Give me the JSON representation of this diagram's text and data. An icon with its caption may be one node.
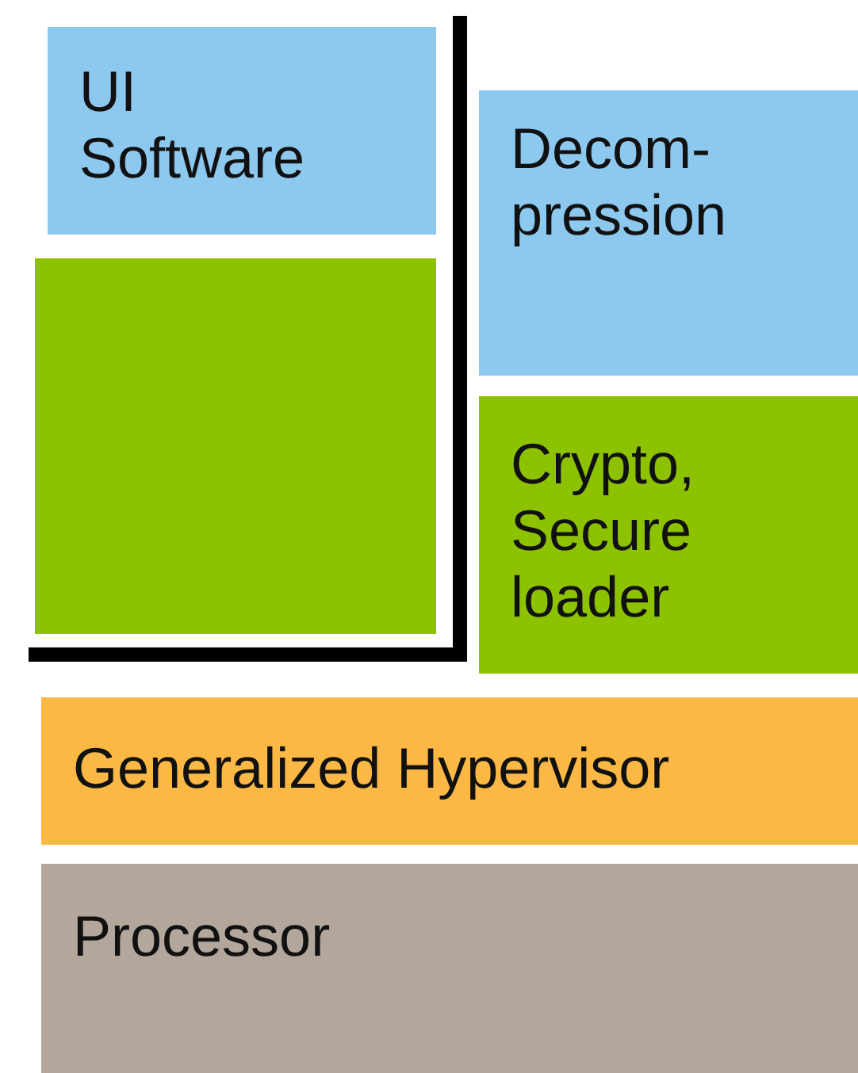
{
  "diagram": {
    "nodes": [
      {
        "text": [
          "UI Software"
        ]
      },
      {
        "text": [],
        "shape": "box"
      },
      {
        "text": [
          "Decom-pression"
        ]
      },
      {
        "text": [
          "Crypto, Secure loader"
        ]
      },
      {
        "text": [
          "Generalized Hypervisor"
        ]
      },
      {
        "text": [
          "Processor"
        ]
      }
    ],
    "edges": []
  }
}
